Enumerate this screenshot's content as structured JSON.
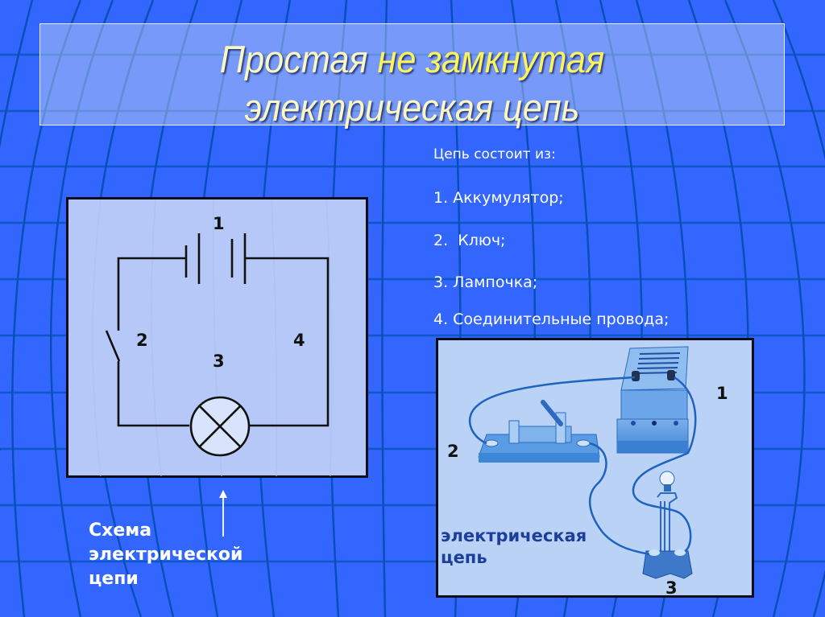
{
  "slide": {
    "background_color": "#3366ff",
    "grid_color": "#0b58c4",
    "title": {
      "line1_part1": "Простая",
      "line1_part2": "не замкнутая",
      "line2": "электрическая цепь",
      "color_pale": "#fbf7c0",
      "color_bright": "#fcf55a"
    },
    "list": {
      "intro": "Цепь состоит из:",
      "items": [
        "1. Аккумулятор;",
        "2.  Ключ;",
        "3. Лампочка;",
        "4. Соединительные провода;"
      ]
    },
    "diagram": {
      "labels": {
        "battery": "1",
        "switch": "2",
        "lamp": "3",
        "wires": "4"
      },
      "icons": [
        "battery-symbol-icon",
        "open-switch-symbol-icon",
        "lamp-symbol-icon"
      ]
    },
    "caption": {
      "line1": "Схема",
      "line2": "электрической",
      "line3": "цепи"
    },
    "photo": {
      "labels": {
        "power_source": "1",
        "knife_switch": "2",
        "lamp": "3"
      },
      "caption_line1": "электрическая",
      "caption_line2": "цепь"
    }
  }
}
